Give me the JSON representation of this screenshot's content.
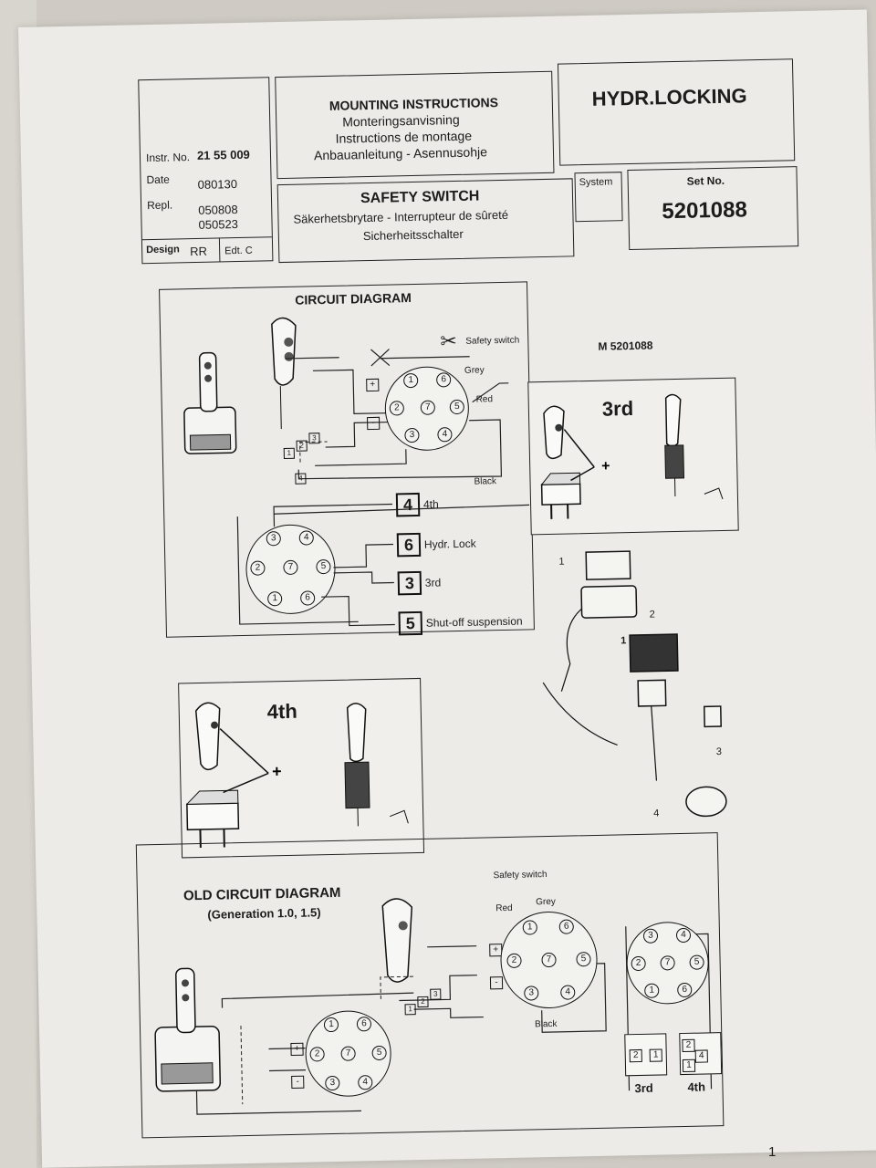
{
  "header": {
    "mounting_lines": [
      "MOUNTING INSTRUCTIONS",
      "Monteringsanvisning",
      "Instructions de montage",
      "Anbauanleitung - Asennusohje"
    ],
    "product_title": "HYDR.LOCKING",
    "instr_label": "Instr. No.",
    "instr_value": "21 55 009",
    "date_label": "Date",
    "date_value": "080130",
    "repl_label": "Repl.",
    "repl_values": [
      "050808",
      "050523"
    ],
    "design_label": "Design",
    "design_value": "RR",
    "edition_value": "Edt. C",
    "system_label": "System",
    "set_label": "Set No.",
    "set_value": "5201088",
    "safety_title": "SAFETY SWITCH",
    "safety_lines": [
      "Säkerhetsbrytare - Interrupteur de sûreté",
      "Sicherheitsschalter"
    ]
  },
  "circuit": {
    "title": "CIRCUIT DIAGRAM",
    "safety_switch": "Safety switch",
    "grey": "Grey",
    "red": "Red",
    "black": "Black",
    "plus": "+",
    "minus": "-",
    "pins_top": [
      "1",
      "6",
      "2",
      "7",
      "5",
      "3",
      "4"
    ],
    "pins_bottom": [
      "3",
      "4",
      "2",
      "7",
      "5",
      "1",
      "6"
    ],
    "wire_nums": [
      "3",
      "2",
      "1",
      "4"
    ],
    "outputs": [
      {
        "num": "4",
        "label": "4th"
      },
      {
        "num": "6",
        "label": "Hydr. Lock"
      },
      {
        "num": "3",
        "label": "3rd"
      },
      {
        "num": "5",
        "label": "Shut-off suspension"
      }
    ]
  },
  "model_ref": "M 5201088",
  "panel_3rd": "3rd",
  "panel_4th": "4th",
  "parts": [
    "1",
    "2",
    "1",
    "3",
    "4"
  ],
  "old_circuit": {
    "title": "OLD CIRCUIT DIAGRAM",
    "subtitle": "(Generation 1.0, 1.5)",
    "safety_switch": "Safety switch",
    "red": "Red",
    "grey": "Grey",
    "black": "Black",
    "plus": "+",
    "minus": "-",
    "pins_joy": [
      "1",
      "6",
      "2",
      "7",
      "5",
      "3",
      "4"
    ],
    "pins_mid": [
      "1",
      "6",
      "2",
      "7",
      "5",
      "3",
      "4"
    ],
    "pins_right": [
      "3",
      "4",
      "2",
      "7",
      "5",
      "1",
      "6"
    ],
    "wire_nums": [
      "3",
      "2",
      "1"
    ],
    "relay_a": [
      "2",
      "1"
    ],
    "relay_b": [
      "2",
      "4",
      "1"
    ],
    "label_3rd": "3rd",
    "label_4th": "4th"
  },
  "page_number": "1"
}
